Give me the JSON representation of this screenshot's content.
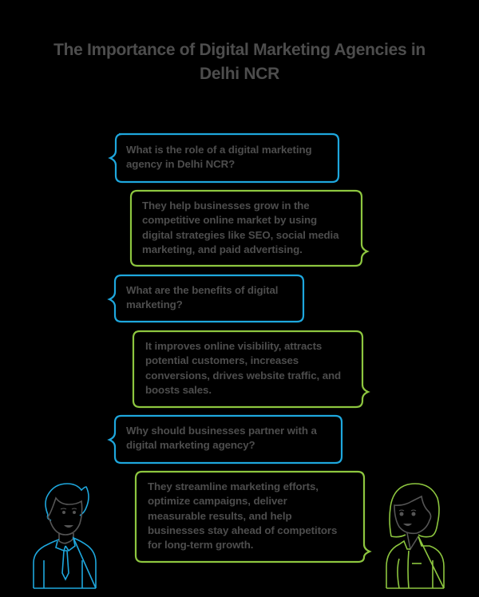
{
  "title": {
    "line1": "The Importance of Digital Marketing Agencies in",
    "line2": "Delhi NCR"
  },
  "colors": {
    "background": "#000000",
    "question_border": "#1ea7dd",
    "answer_border": "#8dc63f",
    "text": "#4d4d4d"
  },
  "conversation": [
    {
      "speaker": "man",
      "type": "question",
      "lines": [
        "What is the role of a digital marketing",
        "agency in Delhi NCR?"
      ]
    },
    {
      "speaker": "woman",
      "type": "answer",
      "lines": [
        "They help businesses grow in the",
        "competitive online market by using",
        "digital strategies like SEO, social media",
        "marketing, and paid advertising."
      ]
    },
    {
      "speaker": "man",
      "type": "question",
      "lines": [
        "What are the benefits of digital",
        "marketing?"
      ]
    },
    {
      "speaker": "woman",
      "type": "answer",
      "lines": [
        "It improves online visibility, attracts",
        "potential customers, increases",
        "conversions, drives website traffic, and",
        "boosts sales."
      ]
    },
    {
      "speaker": "man",
      "type": "question",
      "lines": [
        "Why should businesses partner with a",
        "digital marketing agency?"
      ]
    },
    {
      "speaker": "woman",
      "type": "answer",
      "lines": [
        "They streamline marketing efforts,",
        "optimize campaigns, deliver",
        "measurable results, and help",
        "businesses stay ahead of competitors",
        "for long-term growth."
      ]
    }
  ],
  "characters": {
    "left": {
      "icon": "man-avatar-icon",
      "color": "#1ea7dd"
    },
    "right": {
      "icon": "woman-avatar-icon",
      "color": "#8dc63f"
    }
  }
}
